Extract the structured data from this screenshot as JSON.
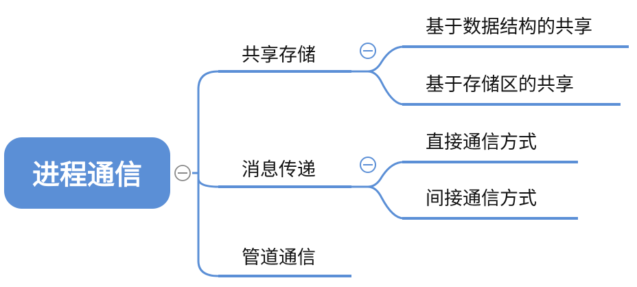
{
  "colors": {
    "accent": "#5b8fd6",
    "root_fill": "#5b8fd6",
    "connector": "#5b8fd6",
    "text": "#111111",
    "root_text": "#ffffff"
  },
  "root": {
    "label": "进程通信",
    "collapse_icon": "minus-circle-icon"
  },
  "branches": [
    {
      "label": "共享存储",
      "collapse_icon": "minus-circle-icon",
      "children": [
        {
          "label": "基于数据结构的共享"
        },
        {
          "label": "基于存储区的共享"
        }
      ]
    },
    {
      "label": "消息传递",
      "collapse_icon": "minus-circle-icon",
      "children": [
        {
          "label": "直接通信方式"
        },
        {
          "label": "间接通信方式"
        }
      ]
    },
    {
      "label": "管道通信",
      "children": []
    }
  ]
}
